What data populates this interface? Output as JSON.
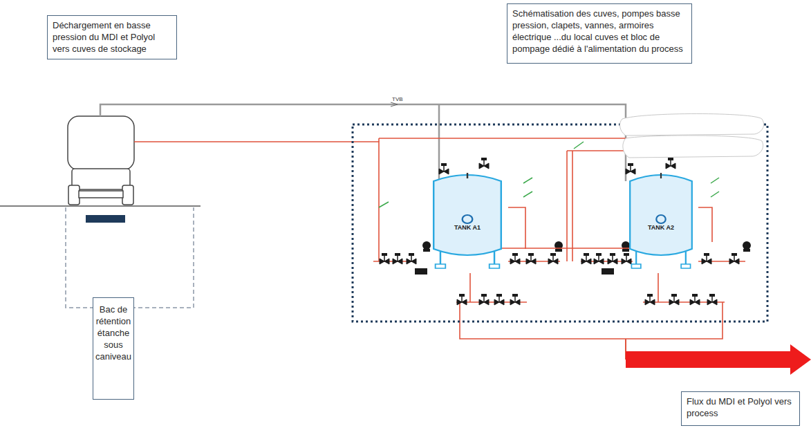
{
  "diagram": {
    "nodes": [
      {
        "text": [
          "Déchargement en basse pression du  MDI et Polyol vers cuves de stockage"
        ]
      },
      {
        "text": [
          "Schématisation des cuves, pompes basse pression, clapets, vannes, armoires électrique ...du local cuves et bloc de pompage dédié à l'alimentation du process"
        ]
      },
      {
        "text": [
          "TANK A1"
        ]
      },
      {
        "text": [
          "TANK A2"
        ]
      },
      {
        "text": [
          "Bac de rétention étanche sous caniveau"
        ]
      },
      {
        "text": [
          "Flux du  MDI et Polyol vers process"
        ]
      }
    ],
    "edges": [
      {
        "from": 2,
        "to": 3,
        "arrow": "none"
      }
    ],
    "labels": [
      "TVB"
    ]
  }
}
